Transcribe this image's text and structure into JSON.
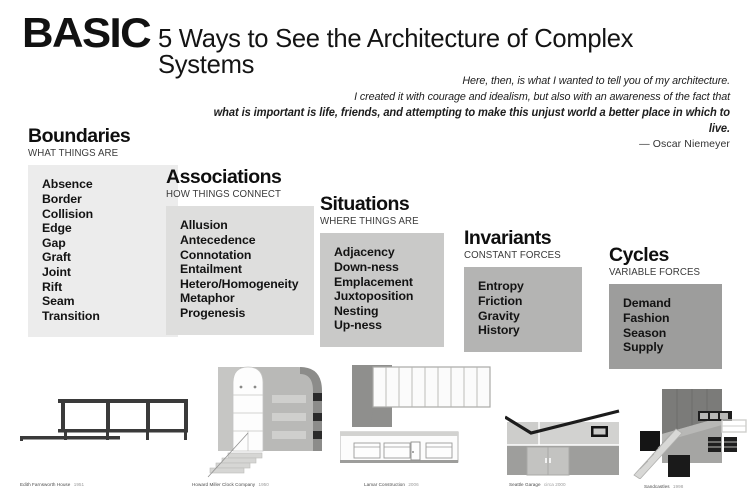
{
  "header": {
    "brand": "BASIC",
    "headline": "5 Ways to See the Architecture of Complex Systems"
  },
  "quote": {
    "line1": "Here, then, is what I wanted to tell you of my architecture.",
    "line2": "I created it with courage and idealism, but also with an awareness of the fact that",
    "line3": "what is important is life, friends, and attempting to make this unjust world a better place in which to live.",
    "attribution": "— Oscar Niemeyer"
  },
  "categories": [
    {
      "title": "Boundaries",
      "subtitle": "WHAT THINGS ARE",
      "color": "#ececec",
      "items": [
        "Absence",
        "Border",
        "Collision",
        "Edge",
        "Gap",
        "Graft",
        "Joint",
        "Rift",
        "Seam",
        "Transition"
      ]
    },
    {
      "title": "Associations",
      "subtitle": "HOW THINGS CONNECT",
      "color": "#dededd",
      "items": [
        "Allusion",
        "Antecedence",
        "Connotation",
        "Entailment",
        "Hetero/Homogeneity",
        "Metaphor",
        "Progenesis"
      ]
    },
    {
      "title": "Situations",
      "subtitle": "WHERE THINGS ARE",
      "color": "#c9c9c8",
      "items": [
        "Adjacency",
        "Down-ness",
        "Emplacement",
        "Juxtoposition",
        "Nesting",
        "Up-ness"
      ]
    },
    {
      "title": "Invariants",
      "subtitle": "CONSTANT FORCES",
      "color": "#b4b4b3",
      "items": [
        "Entropy",
        "Friction",
        "Gravity",
        "History"
      ]
    },
    {
      "title": "Cycles",
      "subtitle": "VARIABLE FORCES",
      "color": "#9d9d9c",
      "items": [
        "Demand",
        "Fashion",
        "Season",
        "Supply"
      ]
    }
  ],
  "figures": [
    {
      "name": "Edith Farnsworth House",
      "date": "1951"
    },
    {
      "name": "Howard Miller Clock Company",
      "date": "1950"
    },
    {
      "name": "Lamar Construction",
      "date": "2006"
    },
    {
      "name": "Seattle Garage",
      "date": "circa 2000"
    },
    {
      "name": "Sandcastles",
      "date": "1998"
    }
  ]
}
